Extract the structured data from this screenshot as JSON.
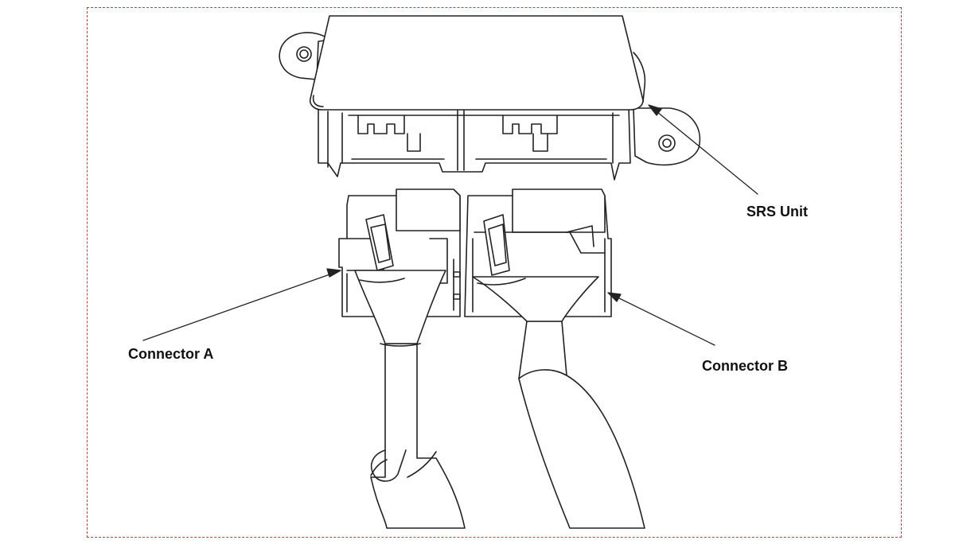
{
  "figure": {
    "frame_color": "#e03030",
    "line_color": "#222222"
  },
  "labels": {
    "srs_unit": "SRS Unit",
    "connector_a": "Connector A",
    "connector_b": "Connector B"
  }
}
